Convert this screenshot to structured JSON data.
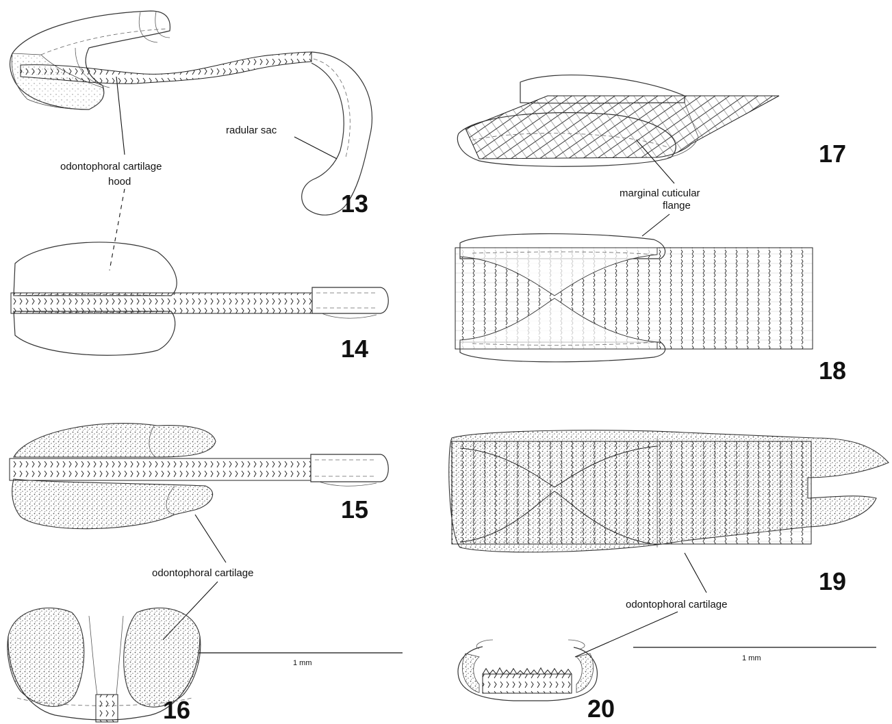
{
  "labels": {
    "odontophoral_cartilage_hood_line1": "odontophoral cartilage",
    "odontophoral_cartilage_hood_line2": "hood",
    "radular_sac": "radular sac",
    "marginal_cuticular_flange_line1": "marginal cuticular",
    "marginal_cuticular_flange_line2": "flange",
    "odontophoral_cartilage_left": "odontophoral cartilage",
    "odontophoral_cartilage_right": "odontophoral cartilage"
  },
  "figure_numbers": {
    "fig13": "13",
    "fig14": "14",
    "fig15": "15",
    "fig16": "16",
    "fig17": "17",
    "fig18": "18",
    "fig19": "19",
    "fig20": "20"
  },
  "scale_bars": {
    "left": "1 mm",
    "right": "1 mm"
  }
}
